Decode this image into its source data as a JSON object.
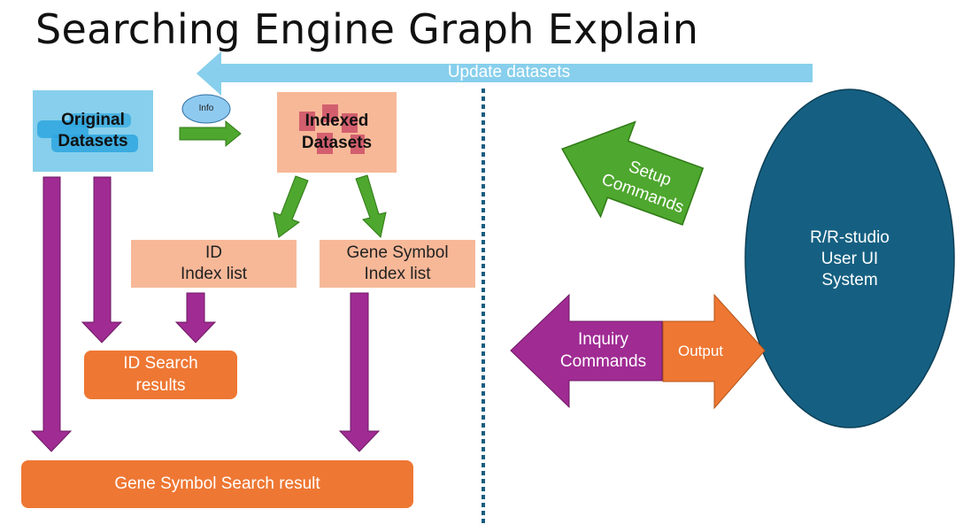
{
  "title": "Searching Engine Graph Explain",
  "update_arrow": {
    "label": "Update datasets"
  },
  "original": {
    "label": "Original\nDatasets"
  },
  "info_bubble": {
    "label": "Info"
  },
  "indexed": {
    "label": "Indexed\nDatasets"
  },
  "id_index": {
    "label": "ID\nIndex list"
  },
  "gene_index": {
    "label": "Gene Symbol\nIndex list"
  },
  "id_results": {
    "label": "ID Search\nresults"
  },
  "gene_results": {
    "label": "Gene Symbol Search result"
  },
  "setup_arrow": {
    "label": "Setup\nCommands"
  },
  "inquiry_arrow": {
    "label": "Inquiry\nCommands"
  },
  "output_arrow": {
    "label": "Output"
  },
  "system": {
    "label": "R/R-studio\nUser UI\nSystem"
  },
  "colors": {
    "light_blue": "#87cfec",
    "salmon": "#f7b898",
    "orange": "#ee7733",
    "purple": "#a02b93",
    "green": "#4ea72e",
    "navy": "#156082",
    "divider": "#1a5c80"
  }
}
